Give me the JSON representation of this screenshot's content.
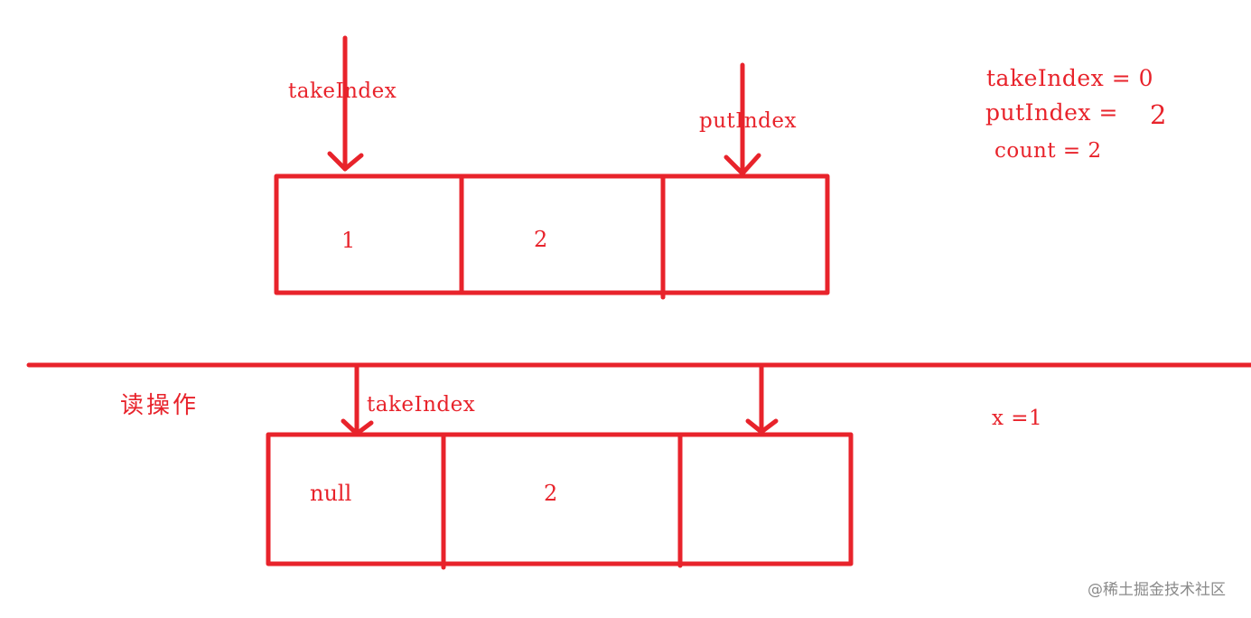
{
  "colors": {
    "stroke": "#e8232b",
    "text": "#e8232b",
    "watermark": "#8a8a8a",
    "background": "#ffffff"
  },
  "top_state": {
    "arrays": {
      "cells": [
        "1",
        "2",
        ""
      ]
    },
    "pointers": {
      "take_label": "takeIndex",
      "put_label": "putIndex"
    },
    "variables": {
      "take_index": "takeIndex = 0",
      "put_index_name": "putIndex =",
      "put_index_value": "2",
      "count": "count = 2"
    }
  },
  "bottom_state": {
    "operation_label": "读操作",
    "cells": [
      "null",
      "2",
      ""
    ],
    "pointers": {
      "take_label": "takeIndex"
    },
    "variables": {
      "x": "x =1"
    }
  },
  "watermark": "@稀土掘金技术社区"
}
